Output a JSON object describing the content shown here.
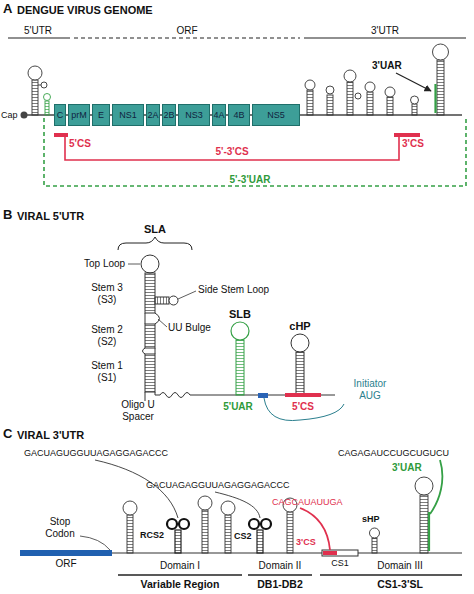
{
  "diagram": {
    "nodes": [
      {
        "text": [
          "C"
        ]
      },
      {
        "text": [
          "prM"
        ]
      },
      {
        "text": [
          "E"
        ]
      },
      {
        "text": [
          "NS1"
        ]
      },
      {
        "text": [
          "2A"
        ]
      },
      {
        "text": [
          "2B"
        ]
      },
      {
        "text": [
          "NS3"
        ]
      },
      {
        "text": [
          "4A"
        ]
      },
      {
        "text": [
          "4B"
        ]
      },
      {
        "text": [
          "NS5"
        ]
      },
      {
        "text": [
          "5'CS"
        ]
      },
      {
        "text": [
          "3'CS"
        ]
      }
    ],
    "edges": [
      {
        "from": 10,
        "to": 11,
        "arrow": "none",
        "label": "5'-3'CS"
      }
    ],
    "labels": [
      "A",
      "DENGUE VIRUS GENOME",
      "5'UTR",
      "ORF",
      "3'UTR",
      "Cap",
      "3'UAR",
      "5'-3'UAR",
      "B",
      "VIRAL 5'UTR",
      "SLA",
      "Top Loop",
      "Stem 3 (S3)",
      "Side Stem Loop",
      "UU Bulge",
      "Stem 2 (S2)",
      "SLB",
      "cHP",
      "Stem 1 (S1)",
      "5'UAR",
      "5'CS",
      "Initiator AUG",
      "Oligo U Spacer",
      "C",
      "VIRAL 3'UTR",
      "GACUAGUGGUUAGAGGAGACCC",
      "CAGAGAUCCUGCUGUCU",
      "3'UAR",
      "GACUAGAGGUUAGAGGAGACCC",
      "CAGCAUAUUGA",
      "Stop Codon",
      "RCS2",
      "CS2",
      "sHP",
      "3'CS",
      "ORF",
      "CS1",
      "Domain I",
      "Domain II",
      "Domain III",
      "Variable Region",
      "DB1-DB2",
      "CS1-3'SL"
    ]
  }
}
